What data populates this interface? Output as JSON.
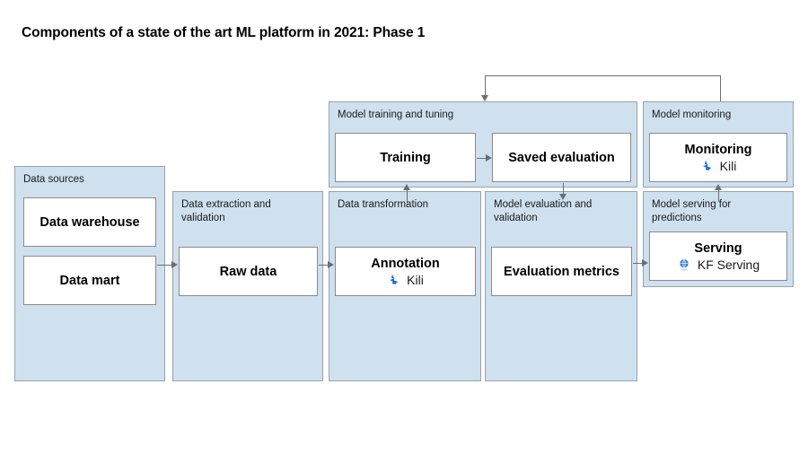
{
  "title": "Components of a state of the art ML platform in 2021: Phase 1",
  "containers": {
    "data_sources": {
      "label": "Data sources"
    },
    "data_extraction": {
      "label": "Data extraction and\nvalidation"
    },
    "data_transformation": {
      "label": "Data transformation"
    },
    "model_training": {
      "label": "Model training and tuning"
    },
    "model_evaluation": {
      "label": "Model evaluation and\nvalidation"
    },
    "model_monitoring": {
      "label": "Model monitoring"
    },
    "model_serving": {
      "label": "Model serving for\npredictions"
    }
  },
  "nodes": {
    "data_warehouse": {
      "title": "Data warehouse"
    },
    "data_mart": {
      "title": "Data mart"
    },
    "raw_data": {
      "title": "Raw data"
    },
    "annotation": {
      "title": "Annotation",
      "vendor": "Kili",
      "icon": "kili-logo-icon"
    },
    "training": {
      "title": "Training"
    },
    "saved_evaluation": {
      "title": "Saved evaluation"
    },
    "evaluation_metrics": {
      "title": "Evaluation metrics"
    },
    "monitoring": {
      "title": "Monitoring",
      "vendor": "Kili",
      "icon": "kili-logo-icon"
    },
    "serving": {
      "title": "Serving",
      "vendor": "KF Serving",
      "icon": "kubeflow-logo-icon"
    }
  },
  "colors": {
    "container_fill": "#cfe0ef",
    "container_border": "#9aa3ab",
    "node_fill": "#ffffff",
    "node_border": "#8c8c8c",
    "arrow": "#6a6f75",
    "kili_blue": "#1a6ae0",
    "kubeflow_blue": "#2f7fd1",
    "background": "#ffffff",
    "text": "#000000"
  }
}
